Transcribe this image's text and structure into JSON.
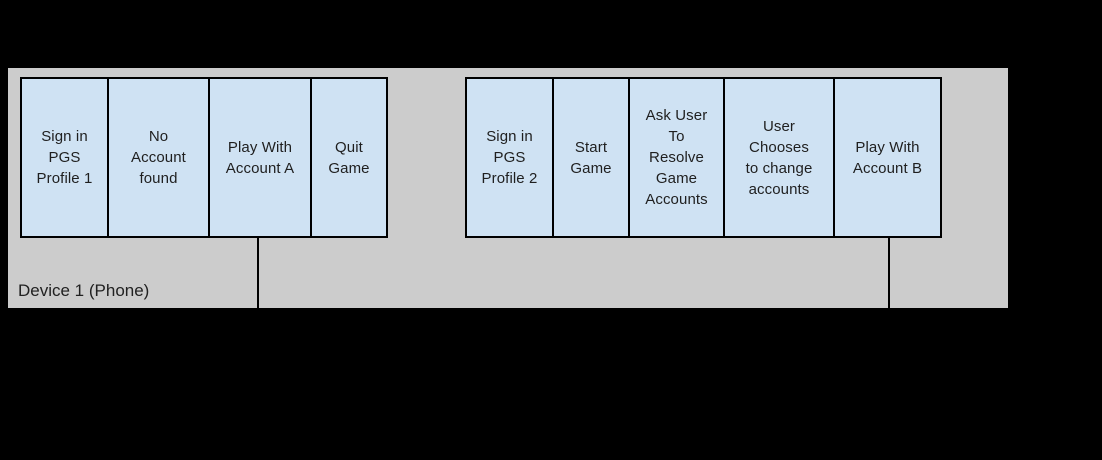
{
  "colors": {
    "background": "#000000",
    "lane_fill": "#cccccc",
    "box_fill": "#cfe2f3",
    "box_border": "#000000",
    "connector_line": "#000000",
    "text": "#212121"
  },
  "diagram": {
    "lane_label": "Device 1 (Phone)",
    "left_flow": {
      "boxes": [
        {
          "label": "Sign in\nPGS\nProfile 1"
        },
        {
          "label": "No\nAccount\nfound"
        },
        {
          "label": "Play With\nAccount A"
        },
        {
          "label": "Quit\nGame"
        }
      ]
    },
    "right_flow": {
      "boxes": [
        {
          "label": "Sign in\nPGS\nProfile 2"
        },
        {
          "label": "Start\nGame"
        },
        {
          "label": "Ask User\nTo\nResolve\nGame\nAccounts"
        },
        {
          "label": "User\nChooses\nto change\naccounts"
        },
        {
          "label": "Play With\nAccount B"
        }
      ]
    }
  }
}
